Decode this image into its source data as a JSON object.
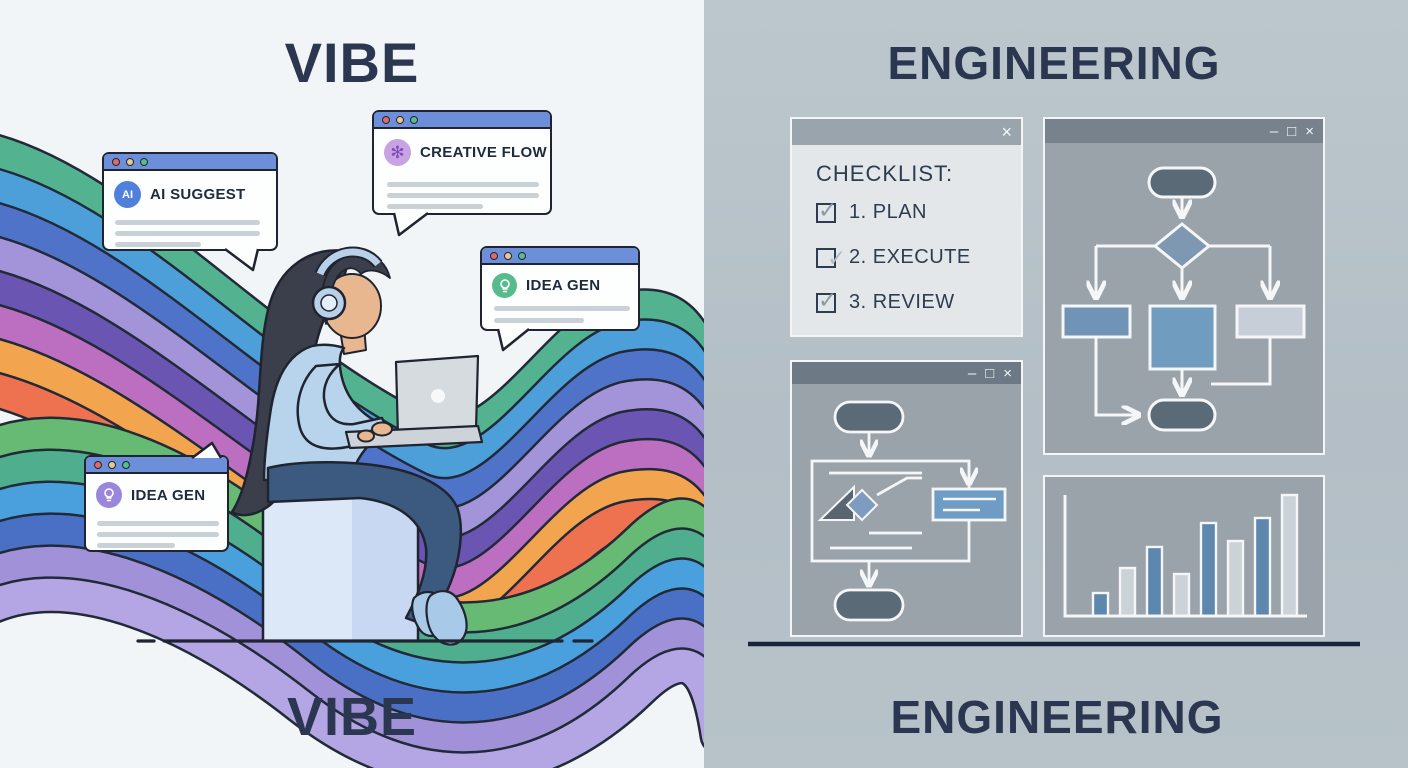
{
  "left_panel": {
    "title_top": "VIBE",
    "title_bottom": "VIBE",
    "windows": {
      "ai_suggest": {
        "icon_text": "AI",
        "label": "AI SUGGEST"
      },
      "creative_flow": {
        "icon_glyph": "✻",
        "label": "CREATIVE FLOW"
      },
      "idea_gen_top": {
        "label": "IDEA GEN"
      },
      "idea_gen_bottom": {
        "label": "IDEA GEN"
      }
    },
    "ribbons": {
      "upper_colors": [
        "#53b391",
        "#4d9fda",
        "#4f73c8",
        "#a394da",
        "#6b55b2",
        "#bc6ec1",
        "#f2a44f",
        "#ee7150"
      ],
      "lower_colors": [
        "#66ba73",
        "#4fae8e",
        "#4aa0dc",
        "#4a70c6",
        "#a091d9",
        "#b4a6e4"
      ]
    }
  },
  "right_panel": {
    "title_top": "ENGINEERING",
    "title_bottom": "ENGINEERING",
    "checklist": {
      "close": "×",
      "heading": "CHECKLIST:",
      "items": [
        {
          "label": "1. PLAN",
          "check": "✓",
          "checked": true
        },
        {
          "label": "2. EXECUTE",
          "check": "✓",
          "checked": false
        },
        {
          "label": "3. REVIEW",
          "check": "✓",
          "checked": true
        }
      ]
    },
    "flow_window": {
      "minimize": "–",
      "maximize": "□",
      "close": "×"
    },
    "mini_window": {
      "minimize": "–",
      "maximize": "□",
      "close": "×"
    }
  },
  "chart_data": {
    "type": "bar",
    "values": [
      23,
      48,
      69,
      42,
      93,
      75,
      98,
      121
    ],
    "bar_colors": [
      "#5d87ad",
      "#ccd3d8"
    ],
    "title": "",
    "xlabel": "",
    "ylabel": "",
    "axes": "plain white L-axes, no tick labels",
    "note": "decorative growth bar chart, alternating blue/light-gray bars"
  },
  "colors": {
    "left_bg": "#f1f5f7",
    "right_bg": "#b5c0c7",
    "title_navy": "#2b3650",
    "outline_navy": "#1f2430",
    "browser_titlebar_blue": "#6d8ed8",
    "traffic_dots": [
      "#e06a6a",
      "#e9c98e",
      "#57bd90"
    ],
    "flow_pill_fill": "#5b6a77",
    "flow_diamond_fill": "#7e98b2",
    "flow_rect_blue": "#6f9cbf",
    "flow_rect_light": "#c7ced7"
  }
}
